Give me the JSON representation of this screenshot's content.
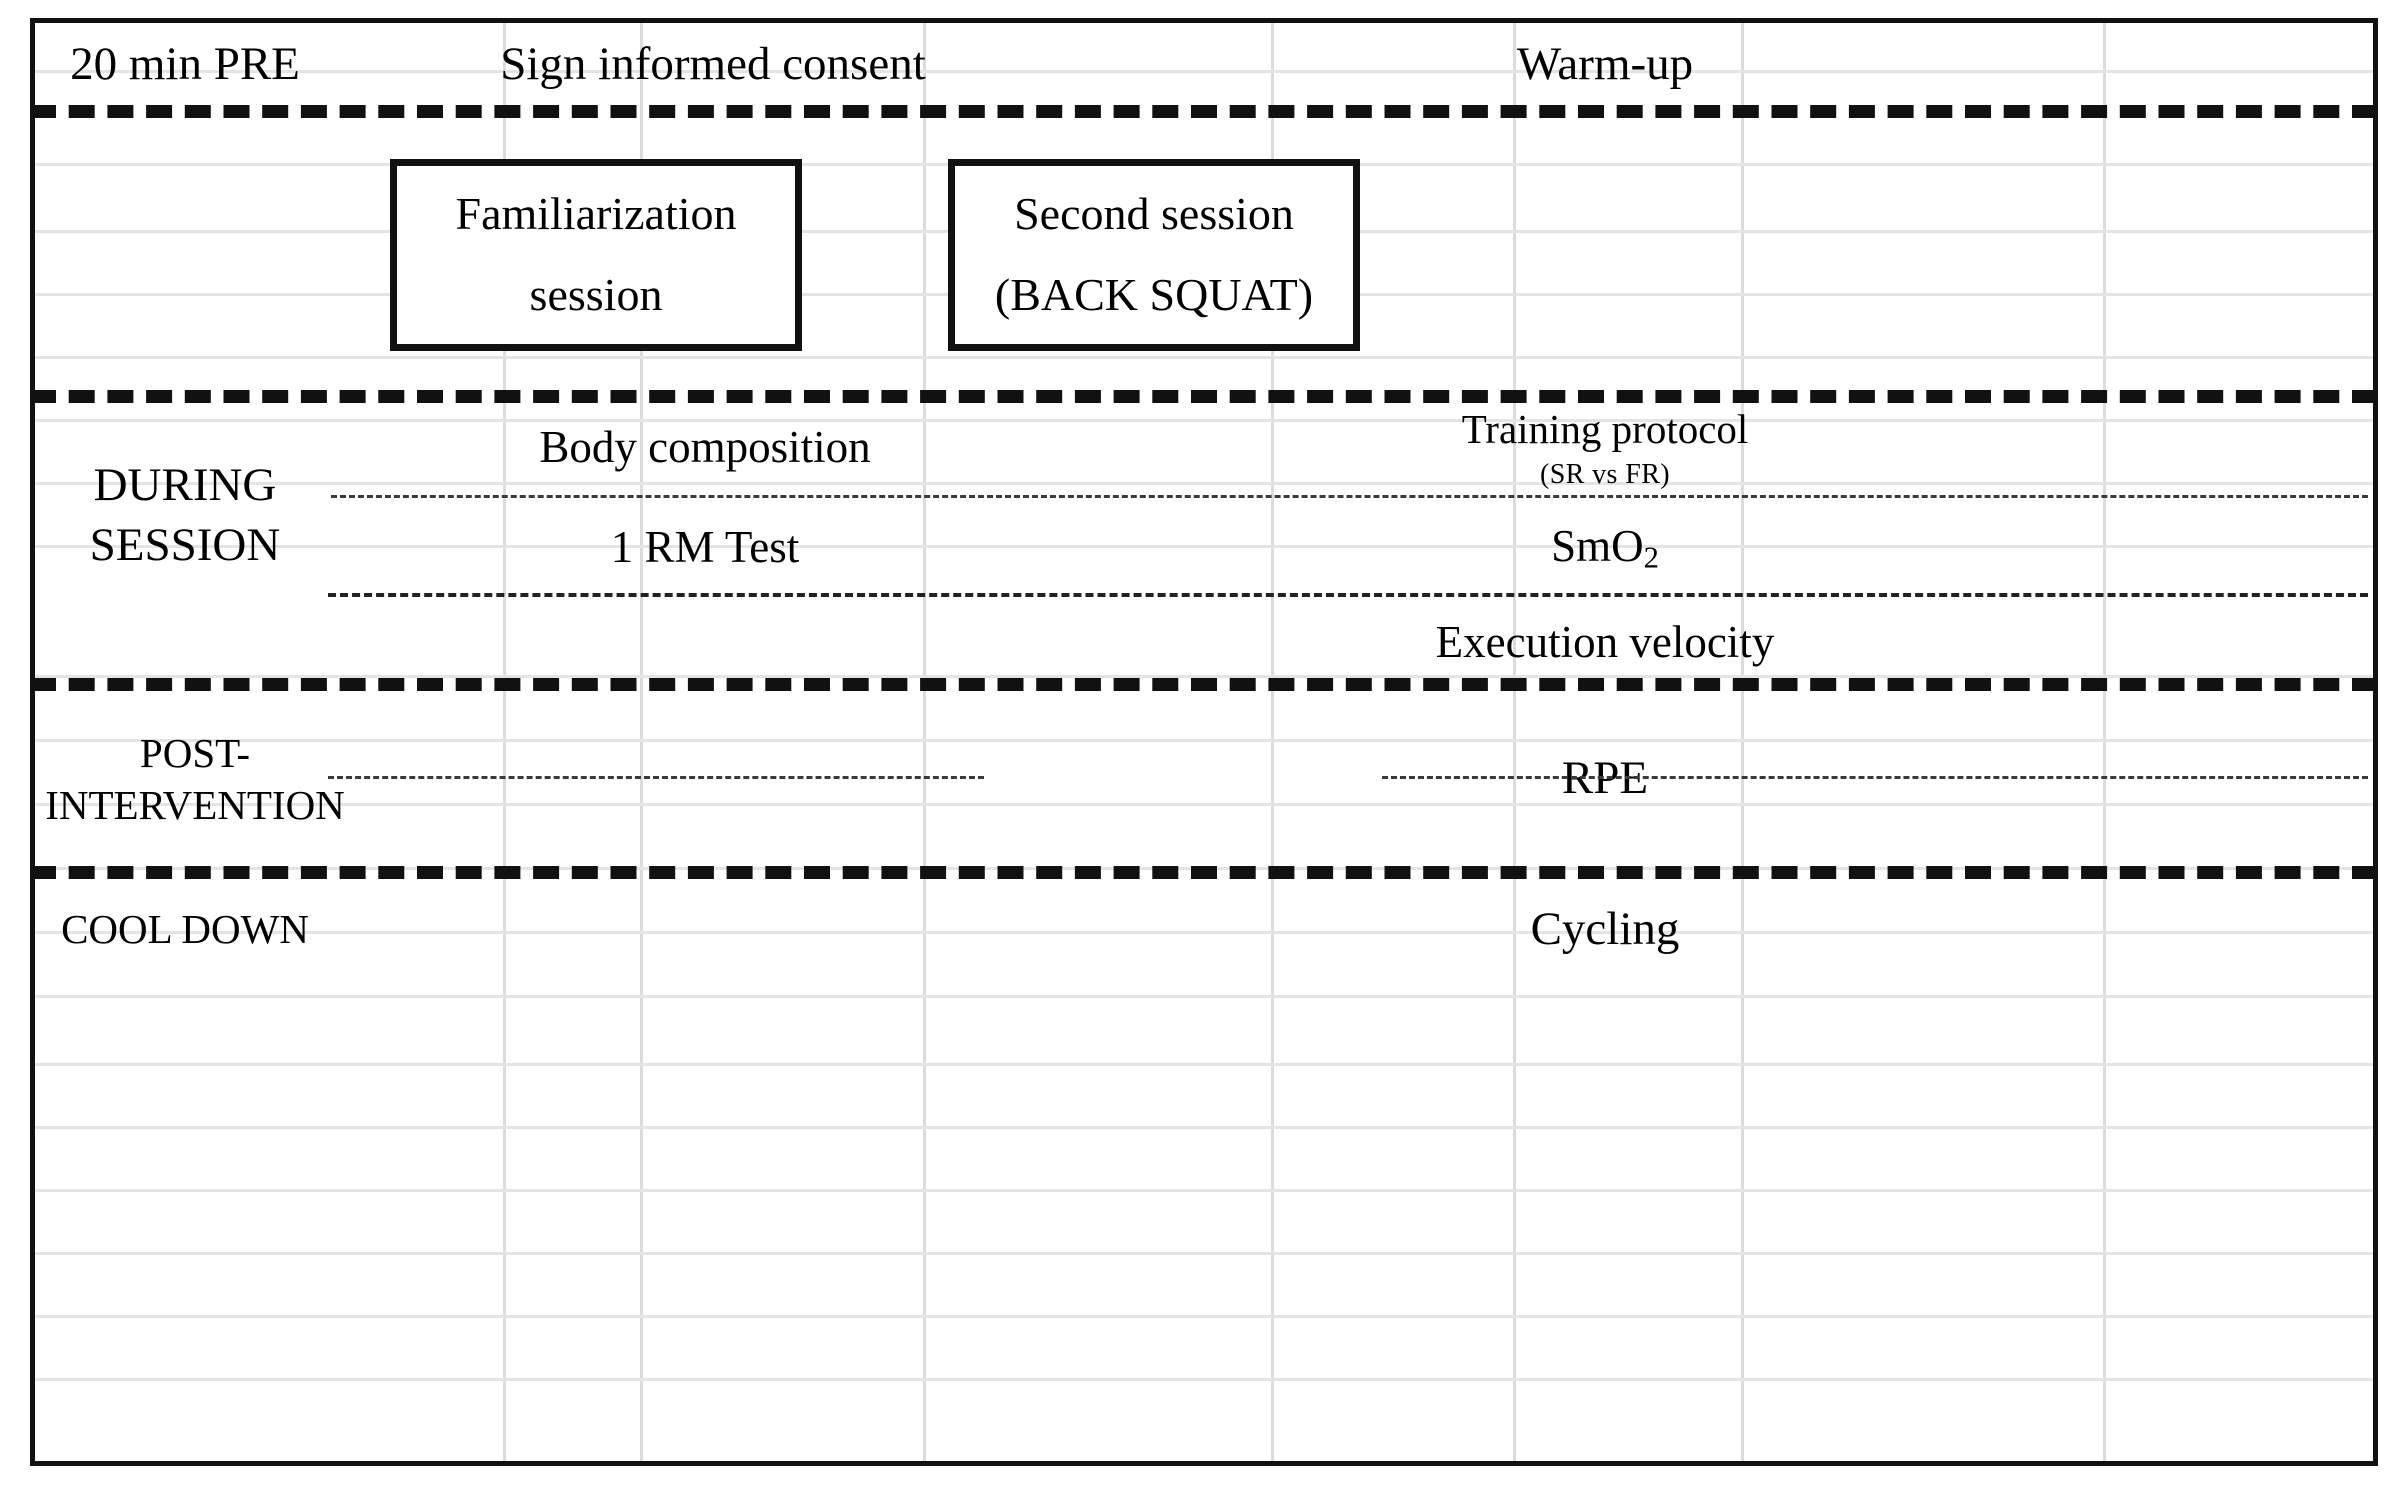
{
  "figure": {
    "title": "Study protocol timeline",
    "colors": {
      "frame": "#111111",
      "grid_line": "#dcdcdc",
      "band_separator": "#111111",
      "text": "#000000",
      "background": "#ffffff"
    }
  },
  "bands": [
    {
      "id": "pre",
      "label": "20 min PRE",
      "cells": [
        {
          "name": "sign-informed-consent",
          "text": "Sign informed consent"
        },
        {
          "name": "warm-up",
          "text": "Warm-up"
        }
      ]
    },
    {
      "id": "sessions",
      "label": "",
      "boxes": [
        {
          "name": "familiarization-session-box",
          "line1": "Familiarization",
          "line2": "session"
        },
        {
          "name": "second-session-box",
          "line1": "Second session",
          "line2": "(BACK SQUAT)"
        }
      ]
    },
    {
      "id": "during-session",
      "label": "DURING\nSESSION",
      "left_column": [
        {
          "name": "body-composition",
          "text": "Body composition"
        },
        {
          "name": "one-rm-test",
          "text": "1 RM Test"
        }
      ],
      "right_column": [
        {
          "name": "training-protocol",
          "text": "Training protocol",
          "subnote": "(SR vs FR)"
        },
        {
          "name": "smo2",
          "text": "SmO",
          "subscript": "2"
        },
        {
          "name": "execution-velocity",
          "text": "Execution velocity"
        }
      ]
    },
    {
      "id": "post-intervention",
      "label": "POST-\nINTERVENTION",
      "cells": [
        {
          "name": "rpe",
          "text": "RPE"
        }
      ]
    },
    {
      "id": "cool-down",
      "label": "COOL DOWN",
      "cells": [
        {
          "name": "cycling",
          "text": "Cycling"
        }
      ]
    }
  ]
}
